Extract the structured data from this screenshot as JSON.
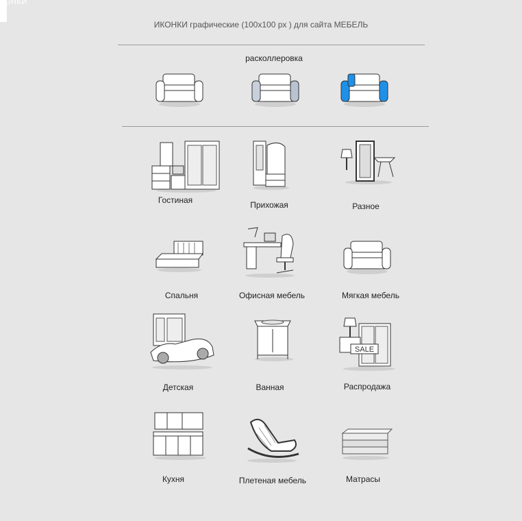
{
  "corner_text": "КОНКИ",
  "page_title": "ИКОНКИ  графические (100х100 px ) для сайта МЕБЕЛЬ",
  "color_section": {
    "label": "расколлеровка",
    "accent_color": "#1e90e8"
  },
  "categories": [
    {
      "label": "Гостиная",
      "icon": "living-room-wardrobe-icon"
    },
    {
      "label": "Прихожая",
      "icon": "hallway-furniture-icon"
    },
    {
      "label": "Разное",
      "icon": "mirror-lamp-table-icon"
    },
    {
      "label": "Спальня",
      "icon": "bed-icon"
    },
    {
      "label": "Офисная мебель",
      "icon": "office-desk-chair-icon"
    },
    {
      "label": "Мягкая мебель",
      "icon": "sofa-icon"
    },
    {
      "label": "Детская",
      "icon": "car-bed-icon"
    },
    {
      "label": "Ванная",
      "icon": "bathroom-cabinet-icon"
    },
    {
      "label": "Распродажа",
      "icon": "sale-furniture-icon"
    },
    {
      "label": "Кухня",
      "icon": "kitchen-set-icon"
    },
    {
      "label": "Плетеная мебель",
      "icon": "wicker-rocking-chair-icon"
    },
    {
      "label": "Матрасы",
      "icon": "mattress-stack-icon"
    }
  ],
  "sale_badge": "SALE"
}
